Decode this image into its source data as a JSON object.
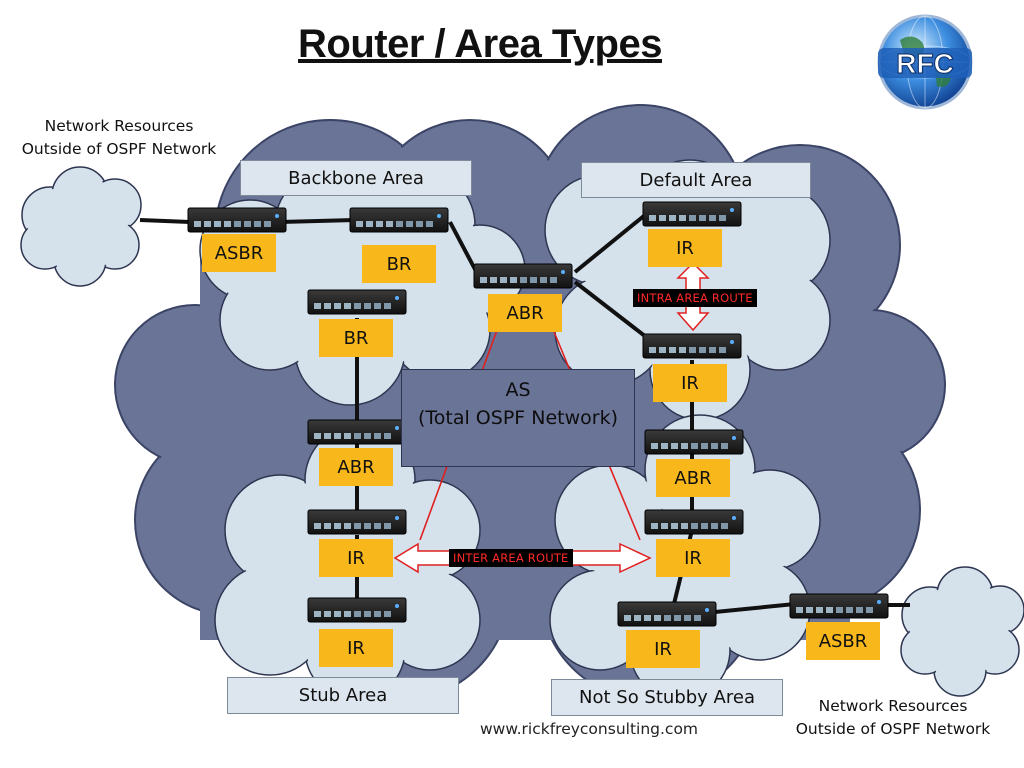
{
  "title": "Router / Area Types",
  "logo": {
    "text": "RFC",
    "icon": "globe-logo-icon"
  },
  "external_resources": {
    "left": {
      "line1": "Network Resources",
      "line2": "Outside of OSPF Network"
    },
    "right": {
      "line1": "Network Resources",
      "line2": "Outside of OSPF Network"
    }
  },
  "areas": {
    "backbone": "Backbone Area",
    "default": "Default Area",
    "stub": "Stub Area",
    "nssa": "Not So Stubby Area"
  },
  "as_box": {
    "line1": "AS",
    "line2": "(Total OSPF Network)"
  },
  "routers": {
    "asbr_left": "ASBR",
    "br_top": "BR",
    "br_mid": "BR",
    "abr_center": "ABR",
    "ir_default_top": "IR",
    "ir_default_bottom": "IR",
    "abr_stub": "ABR",
    "ir_stub_1": "IR",
    "ir_stub_2": "IR",
    "abr_nssa": "ABR",
    "ir_nssa_1": "IR",
    "ir_nssa_2": "IR",
    "asbr_right": "ASBR"
  },
  "routes": {
    "intra": "INTRA AREA ROUTE",
    "inter": "INTER AREA ROUTE"
  },
  "footer_url": "www.rickfreyconsulting.com",
  "colors": {
    "as_cloud": "#6a7497",
    "area_cloud": "#d5e2ec",
    "router_tag": "#f8b81c",
    "route_line": "#e02020",
    "box_fill": "#dde6ee"
  }
}
